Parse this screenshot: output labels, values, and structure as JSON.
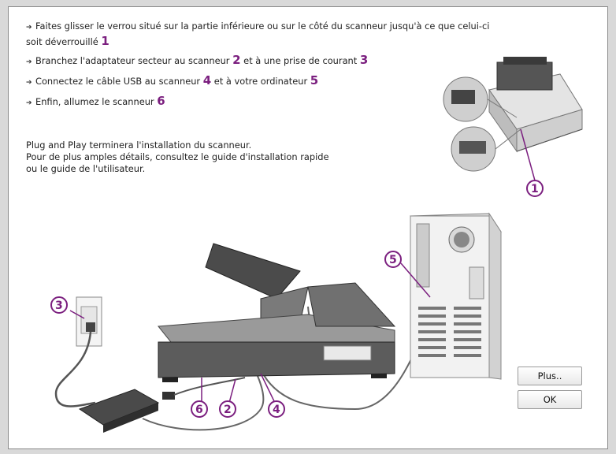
{
  "steps": [
    {
      "text": "Faites glisser le verrou situé sur la partie inférieure ou sur le côté du scanneur jusqu'à ce que celui-ci soit déverrouillé ",
      "n1": "1"
    },
    {
      "text": "Branchez l'adaptateur secteur au scanneur ",
      "n1": "2",
      "mid": " et à une prise de courant ",
      "n2": "3"
    },
    {
      "text": "Connectez le câble USB au scanneur ",
      "n1": "4",
      "mid": " et à votre ordinateur ",
      "n2": "5"
    },
    {
      "text": "Enfin, allumez le scanneur ",
      "n1": "6"
    }
  ],
  "note": {
    "line1": "Plug and Play terminera l'installation du scanneur.",
    "line2": "Pour de plus amples détails, consultez le guide d'installation rapide",
    "line3": "ou le guide de l'utilisateur."
  },
  "markers": {
    "m1": "1",
    "m2": "2",
    "m3": "3",
    "m4": "4",
    "m5": "5",
    "m6": "6"
  },
  "buttons": {
    "more": "Plus..",
    "ok": "OK"
  },
  "colors": {
    "marker": "#7b1f7f"
  }
}
